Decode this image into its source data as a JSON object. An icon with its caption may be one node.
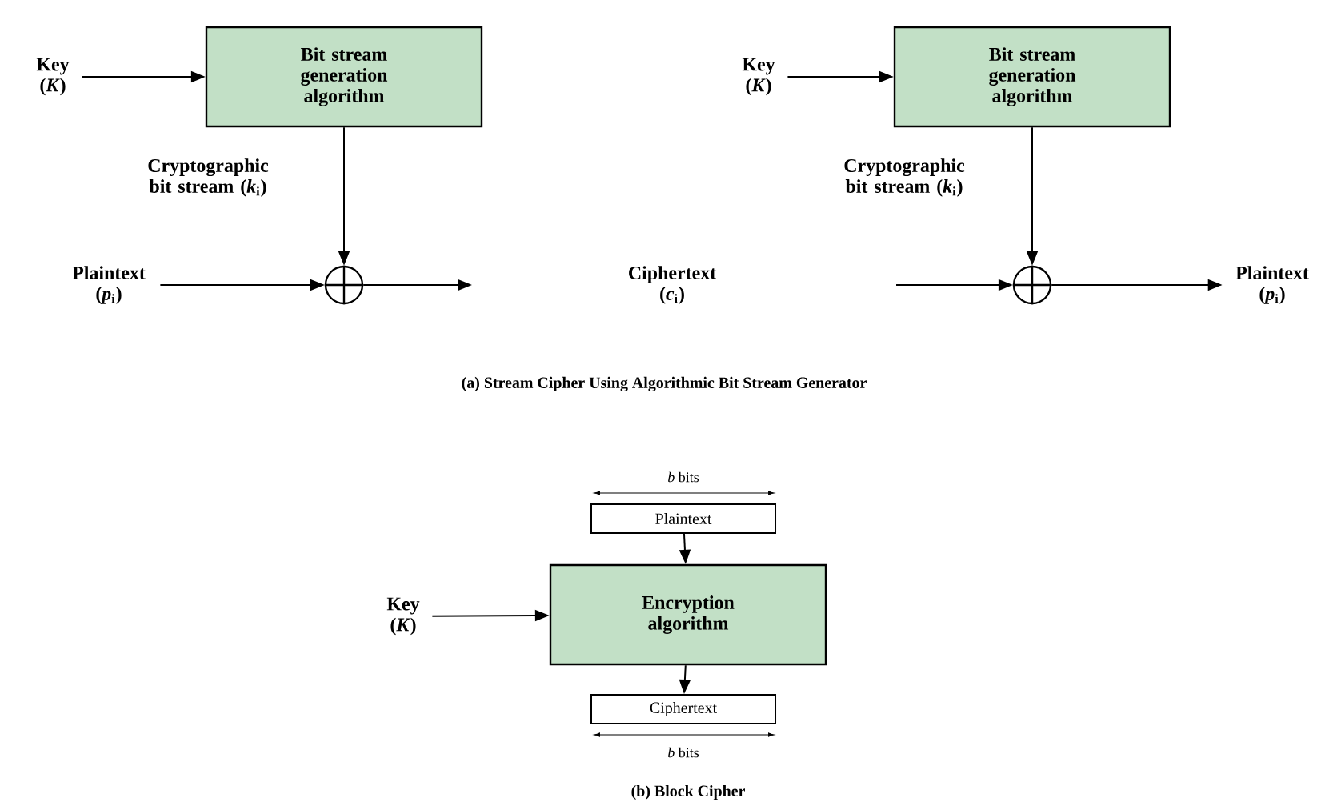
{
  "diagram": {
    "nodes": [
      {
        "text": [
          "Key (*K*)"
        ]
      },
      {
        "text": [
          "Bit stream generation algorithm"
        ]
      },
      {
        "text": [
          "Plaintext (*p*$_{i}$)"
        ]
      },
      {
        "text": [],
        "shape": "circle"
      },
      {
        "text": [
          "Key (*K*)"
        ]
      },
      {
        "text": [
          "Bit stream generation algorithm"
        ]
      },
      {
        "text": [],
        "shape": "circle"
      },
      {
        "text": [
          "Plaintext (*p*$_{i}$)"
        ]
      },
      {
        "text": [
          "Plaintext"
        ]
      },
      {
        "text": [
          "Key (*K*)"
        ]
      },
      {
        "text": [
          "Encryption algorithm"
        ]
      },
      {
        "text": [
          "Ciphertext"
        ]
      }
    ],
    "edges": [
      {
        "from": 0,
        "to": 1,
        "arrow": "to"
      },
      {
        "from": 1,
        "to": 3,
        "arrow": "to",
        "label": "Cryptographic bit stream (*k*$_{i}$)"
      },
      {
        "from": 2,
        "to": 3,
        "arrow": "to"
      },
      {
        "from": 3,
        "to": null,
        "arrow": "to"
      },
      {
        "from": 4,
        "to": 5,
        "arrow": "to"
      },
      {
        "from": 5,
        "to": 6,
        "arrow": "to",
        "label": "Cryptographic bit stream (*k*$_{i}$)"
      },
      {
        "from": null,
        "to": 6,
        "arrow": "to"
      },
      {
        "from": 6,
        "to": 7,
        "arrow": "to"
      },
      {
        "from": 8,
        "to": 10,
        "arrow": "to"
      },
      {
        "from": 9,
        "to": 10,
        "arrow": "to"
      },
      {
        "from": 10,
        "to": 11,
        "arrow": "to"
      }
    ],
    "labels": [
      "Ciphertext (*c*$_{i}$)",
      "(a) Stream Cipher Using Algorithmic Bit Stream Generator",
      "*b* bits",
      "*b* bits",
      "(b) Block Cipher"
    ]
  }
}
